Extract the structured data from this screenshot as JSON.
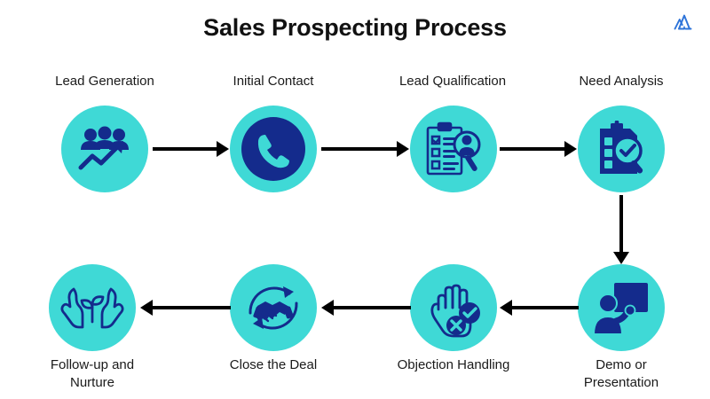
{
  "page": {
    "title": "Sales Prospecting Process",
    "background_color": "#FFFFFF",
    "accent_teal": "#3FD9D6",
    "accent_navy": "#142B8C",
    "arrow_color": "#000000",
    "logo_color": "#2E74D9",
    "logo_name": "brand-mountain-logo"
  },
  "steps": [
    {
      "index": 1,
      "label": "Lead Generation",
      "icon": "people-growth-arrow-icon",
      "label_position": "top",
      "circle_fill": "#3FD9D6",
      "icon_color": "#142B8C"
    },
    {
      "index": 2,
      "label": "Initial Contact",
      "icon": "phone-call-icon",
      "label_position": "top",
      "circle_fill": "#3FD9D6",
      "icon_color": "#142B8C"
    },
    {
      "index": 3,
      "label": "Lead Qualification",
      "icon": "clipboard-checklist-magnifier-person-icon",
      "label_position": "top",
      "circle_fill": "#3FD9D6",
      "icon_color": "#142B8C"
    },
    {
      "index": 4,
      "label": "Need Analysis",
      "icon": "clipboard-magnifier-check-icon",
      "label_position": "top",
      "circle_fill": "#3FD9D6",
      "icon_color": "#142B8C"
    },
    {
      "index": 5,
      "label": "Demo or\nPresentation",
      "label_line1": "Demo or",
      "label_line2": "Presentation",
      "icon": "presenter-whiteboard-icon",
      "label_position": "bottom",
      "circle_fill": "#3FD9D6",
      "icon_color": "#142B8C"
    },
    {
      "index": 6,
      "label": "Objection Handling",
      "icon": "hand-check-cross-icon",
      "label_position": "bottom",
      "circle_fill": "#3FD9D6",
      "icon_color": "#142B8C"
    },
    {
      "index": 7,
      "label": "Close the Deal",
      "icon": "handshake-cycle-icon",
      "label_position": "bottom",
      "circle_fill": "#3FD9D6",
      "icon_color": "#142B8C"
    },
    {
      "index": 8,
      "label": "Follow-up and\nNurture",
      "label_line1": "Follow-up and",
      "label_line2": "Nurture",
      "icon": "hands-sprout-nurture-icon",
      "label_position": "bottom",
      "circle_fill": "#3FD9D6",
      "icon_color": "#142B8C"
    }
  ],
  "connectors": [
    {
      "name": "arrow-1-to-2",
      "direction": "right"
    },
    {
      "name": "arrow-2-to-3",
      "direction": "right"
    },
    {
      "name": "arrow-3-to-4",
      "direction": "right"
    },
    {
      "name": "arrow-4-to-5",
      "direction": "down"
    },
    {
      "name": "arrow-5-to-6",
      "direction": "left"
    },
    {
      "name": "arrow-6-to-7",
      "direction": "left"
    },
    {
      "name": "arrow-7-to-8",
      "direction": "left"
    }
  ]
}
